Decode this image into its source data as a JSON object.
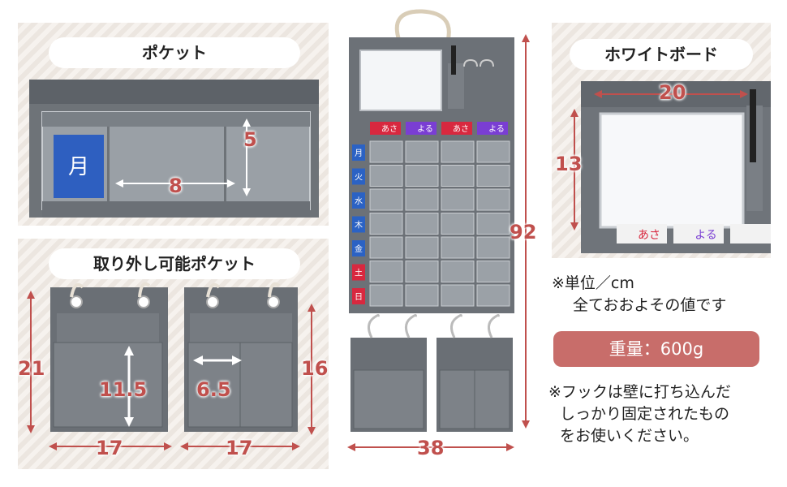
{
  "pocket": {
    "title": "ポケット",
    "day": "月",
    "height": "5",
    "width": "8"
  },
  "removable": {
    "title": "取り外し可能ポケット",
    "left_height": "21",
    "left_width": "17",
    "left_pocket": "11.5",
    "right_height": "16",
    "right_width": "17",
    "right_pocket": "6.5"
  },
  "main": {
    "height": "92",
    "width": "38",
    "days": [
      "月",
      "火",
      "水",
      "木",
      "金",
      "土",
      "日"
    ],
    "day_colors": [
      "#2b62c4",
      "#2b62c4",
      "#2b62c4",
      "#2b62c4",
      "#2b62c4",
      "#d8283f",
      "#d8283f"
    ],
    "labels": [
      "あさ",
      "よる",
      "あさ",
      "よる"
    ],
    "label_colors": [
      "#d8283f",
      "#7a3ed3",
      "#d8283f",
      "#7a3ed3"
    ]
  },
  "whiteboard": {
    "title": "ホワイトボード",
    "width": "20",
    "height": "13",
    "label_asa": "あさ",
    "label_yoru": "よる"
  },
  "notes": {
    "unit_line1": "※単位／cm",
    "unit_line2": "全ておおよその値です",
    "weight": "重量：600g",
    "hook_line1": "※フックは壁に打ち込んだ",
    "hook_line2": "しっかり固定されたもの",
    "hook_line3": "をお使いください。"
  }
}
